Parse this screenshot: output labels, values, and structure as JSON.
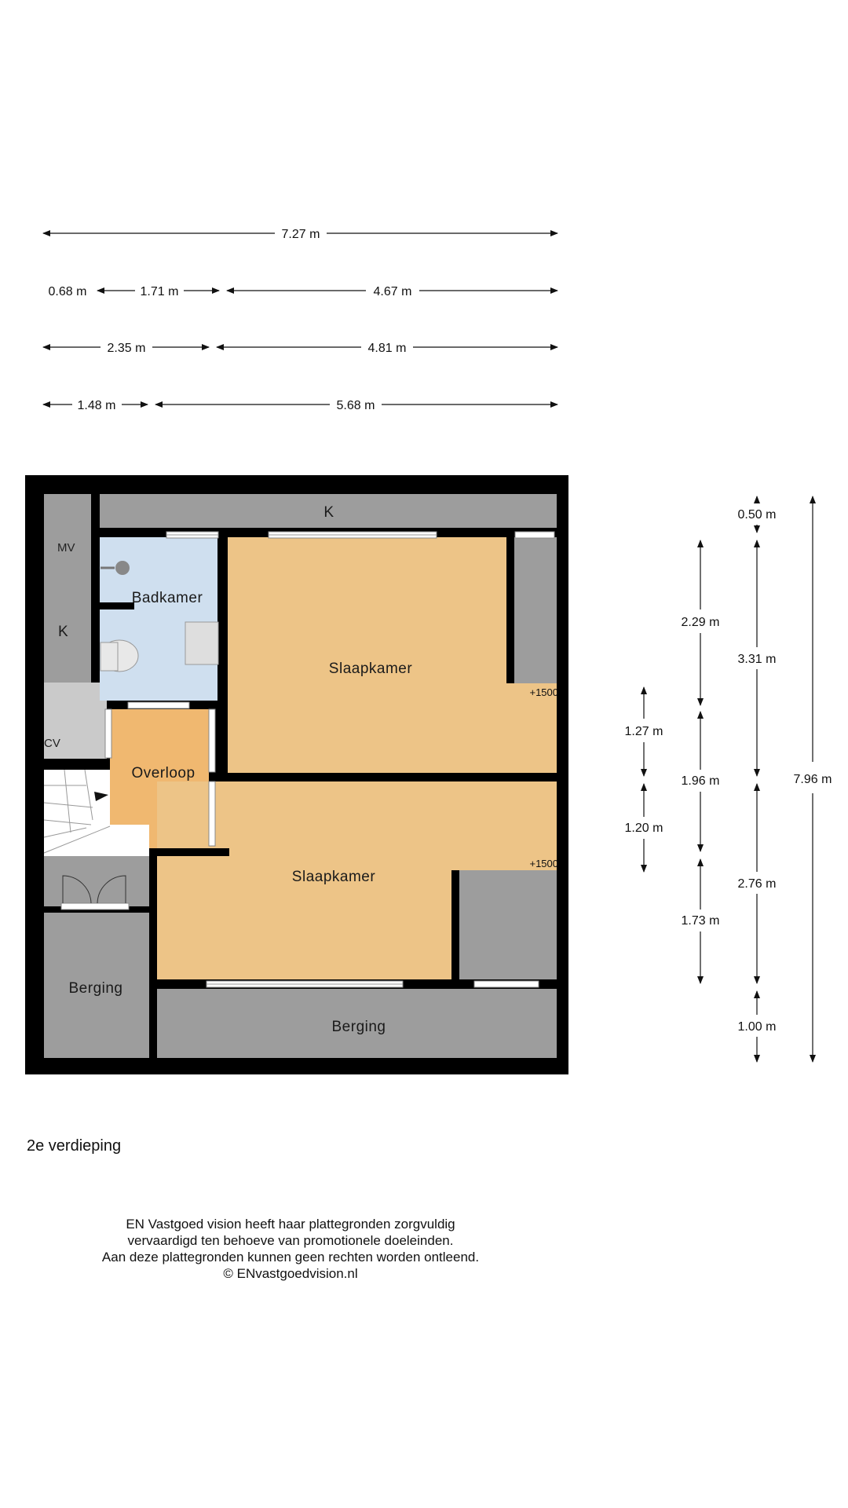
{
  "floor_label": "2e verdieping",
  "rooms": {
    "badkamer": "Badkamer",
    "slaapkamer_1": "Slaapkamer",
    "slaapkamer_2": "Slaapkamer",
    "overloop": "Overloop",
    "berging_1": "Berging",
    "berging_2": "Berging",
    "k_top": "K",
    "k_left": "K",
    "mv": "MV",
    "cv": "CV",
    "height_1": "+1500",
    "height_2": "+1500"
  },
  "colors": {
    "bedroom": "#edc487",
    "bathroom": "#cfdfef",
    "landing": "#f0b870",
    "storage": "#9d9d9d",
    "cv_area": "#cacaca",
    "wall": "#000000"
  },
  "dimensions": {
    "horizontal": [
      [
        "7.27 m"
      ],
      [
        "0.68 m",
        "1.71 m",
        "4.67 m"
      ],
      [
        "2.35 m",
        "4.81 m"
      ],
      [
        "1.48 m",
        "5.68 m"
      ]
    ],
    "vertical": {
      "col_a": [
        "1.27 m",
        "1.20 m"
      ],
      "col_b": [
        "2.29 m",
        "1.96 m",
        "1.73 m"
      ],
      "col_c": [
        "0.50 m",
        "3.31 m",
        "2.76 m",
        "1.00 m"
      ],
      "col_d": [
        "7.96 m"
      ]
    }
  },
  "disclaimer": [
    "EN Vastgoed vision heeft haar plattegronden zorgvuldig",
    "vervaardigd ten behoeve van promotionele doeleinden.",
    "Aan deze plattegronden kunnen geen rechten worden ontleend.",
    "© ENvastgoedvision.nl"
  ]
}
